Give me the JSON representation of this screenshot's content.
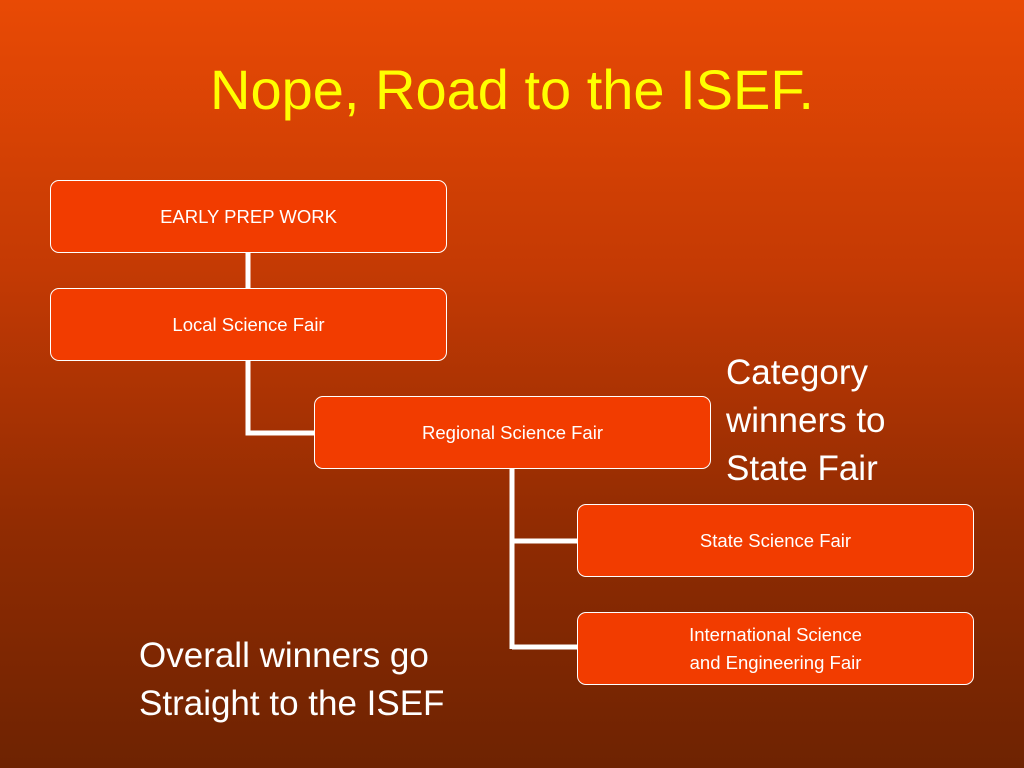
{
  "slide": {
    "title": "Nope, Road to the ISEF."
  },
  "diagram": {
    "nodes": [
      {
        "id": "early",
        "lines": [
          "EARLY PREP WORK"
        ]
      },
      {
        "id": "local",
        "lines": [
          "Local Science Fair"
        ]
      },
      {
        "id": "regional",
        "lines": [
          "Regional Science Fair"
        ]
      },
      {
        "id": "state",
        "lines": [
          "State Science Fair"
        ]
      },
      {
        "id": "isef",
        "lines": [
          "International Science",
          "and Engineering Fair"
        ]
      }
    ],
    "edges": [
      [
        "early",
        "local"
      ],
      [
        "local",
        "regional"
      ],
      [
        "regional",
        "state"
      ],
      [
        "regional",
        "isef"
      ]
    ]
  },
  "notes": {
    "category": [
      "Category",
      "winners to",
      "State Fair"
    ],
    "overall": [
      "Overall winners go",
      "Straight to the ISEF"
    ]
  },
  "colors": {
    "title": "#ffff00",
    "box_fill": "#f23c00",
    "box_border": "#ffffff",
    "connector": "#ffffff",
    "background_top": "#e94a05",
    "background_bottom": "#6e2302"
  }
}
